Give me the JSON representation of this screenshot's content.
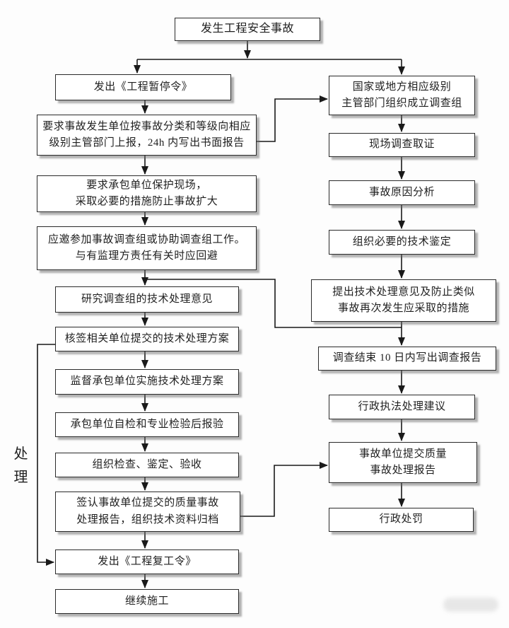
{
  "flowchart": {
    "side_label": "处理",
    "nodes": {
      "b1": "发生工程安全事故",
      "b2": "发出《工程暂停令》",
      "b3": "要求事故发生单位按事故分类和等级向相应\n级别主管部门上报，24h 内写出书面报告",
      "b4": "要求承包单位保护现场，\n采取必要的措施防止事故扩大",
      "b5": "应邀参加事故调查组或协助调查组工作。\n与有监理方责任有关时应回避",
      "b6": "研究调查组的技术处理意见",
      "b7": "核签相关单位提交的技术处理方案",
      "b8": "监督承包单位实施技术处理方案",
      "b9": "承包单位自检和专业检验后报验",
      "b10": "组织检查、鉴定、验收",
      "b11": "签认事故单位提交的质量事故\n处理报告，组织技术资料归档",
      "b12": "发出《工程复工令》",
      "b13": "继续施工",
      "r1": "国家或地方相应级别\n主管部门组织成立调查组",
      "r2": "现场调查取证",
      "r3": "事故原因分析",
      "r4": "组织必要的技术鉴定",
      "r5": "提出技术处理意见及防止类似\n事故再次发生应采取的措施",
      "r6": "调查结束 10 日内写出调查报告",
      "r7": "行政执法处理建议",
      "r8": "事故单位提交质量\n事故处理报告",
      "r9": "行政处罚"
    },
    "edges": [
      {
        "from": "b1",
        "to": "b2"
      },
      {
        "from": "b1",
        "to": "r1"
      },
      {
        "from": "b2",
        "to": "b3"
      },
      {
        "from": "b3",
        "to": "b4"
      },
      {
        "from": "b3",
        "to": "r1"
      },
      {
        "from": "b4",
        "to": "b5"
      },
      {
        "from": "b5",
        "to": "b6"
      },
      {
        "from": "b6",
        "to": "b7"
      },
      {
        "from": "b7",
        "to": "b8"
      },
      {
        "from": "b7",
        "to": "b12"
      },
      {
        "from": "b8",
        "to": "b9"
      },
      {
        "from": "b9",
        "to": "b10"
      },
      {
        "from": "b10",
        "to": "b11"
      },
      {
        "from": "b11",
        "to": "b12"
      },
      {
        "from": "b11",
        "to": "r8"
      },
      {
        "from": "b12",
        "to": "b13"
      },
      {
        "from": "r1",
        "to": "r2"
      },
      {
        "from": "r2",
        "to": "r3"
      },
      {
        "from": "r3",
        "to": "r4"
      },
      {
        "from": "r4",
        "to": "r5"
      },
      {
        "from": "r5",
        "to": "r6"
      },
      {
        "from": "r5",
        "to": "b6"
      },
      {
        "from": "r6",
        "to": "r7"
      },
      {
        "from": "r7",
        "to": "r8"
      },
      {
        "from": "r8",
        "to": "r9"
      }
    ],
    "colors": {
      "background": "#fdfdfd",
      "box_fill": "#ffffff",
      "box_border": "#2a2a2a",
      "line": "#1a1a1a",
      "shadow": "#696969"
    }
  }
}
